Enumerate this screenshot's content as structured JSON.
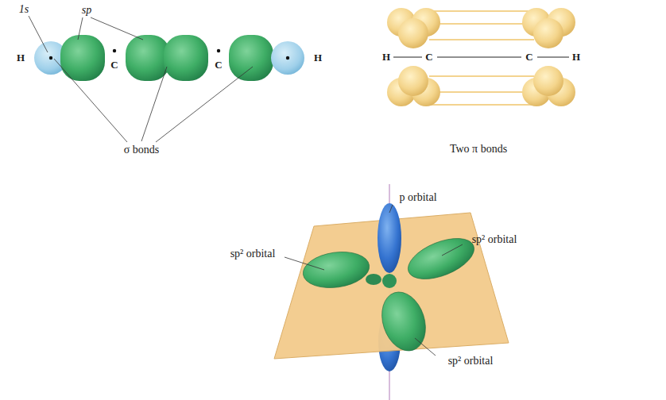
{
  "diagram": {
    "labels": [
      "1s",
      "sp",
      "H",
      "C",
      "C",
      "H",
      "σ bonds",
      "H",
      "C",
      "C",
      "H",
      "Two π bonds",
      "p orbital",
      "sp² orbital",
      "sp² orbital",
      "sp² orbital"
    ]
  }
}
